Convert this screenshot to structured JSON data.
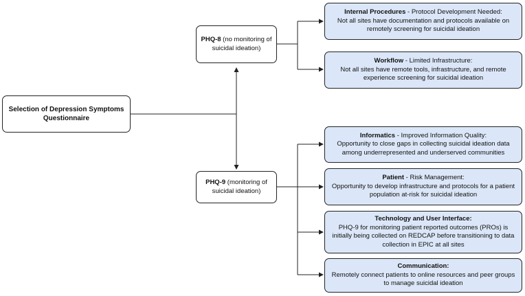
{
  "root": {
    "label": "Selection of Depression Symptoms Questionnaire"
  },
  "phq8": {
    "bold": "PHQ-8",
    "rest": " (no monitoring of suicidal ideation)"
  },
  "phq9": {
    "bold": "PHQ-9",
    "rest": " (monitoring of suicidal ideation)"
  },
  "phq8_children": [
    {
      "bold": "Internal Procedures",
      "rest": " - Protocol Development Needed:",
      "body": "Not all sites have documentation and protocols available on remotely screening for suicidal ideation"
    },
    {
      "bold": "Workflow",
      "rest": " - Limited Infrastructure:",
      "body": "Not all sites have remote tools, infrastructure, and remote experience screening for suicidal ideation"
    }
  ],
  "phq9_children": [
    {
      "bold": "Informatics",
      "rest": " - Improved Information Quality:",
      "body": "Opportunity to close gaps in collecting suicidal ideation data among underrepresented and underserved communities"
    },
    {
      "bold": "Patient",
      "rest": " - Risk Management:",
      "body": "Opportunity to develop infrastructure and protocols for a patient population at-risk for suicidal ideation"
    },
    {
      "bold": "Technology and User Interface:",
      "rest": "",
      "body": "PHQ-9 for monitoring patient reported outcomes (PROs) is initially being collected on REDCAP before transitioning to data collection in EPIC at all sites"
    },
    {
      "bold": "Communication:",
      "rest": "",
      "body": "Remotely connect patients to online resources and peer groups to manage suicidal ideation"
    }
  ]
}
